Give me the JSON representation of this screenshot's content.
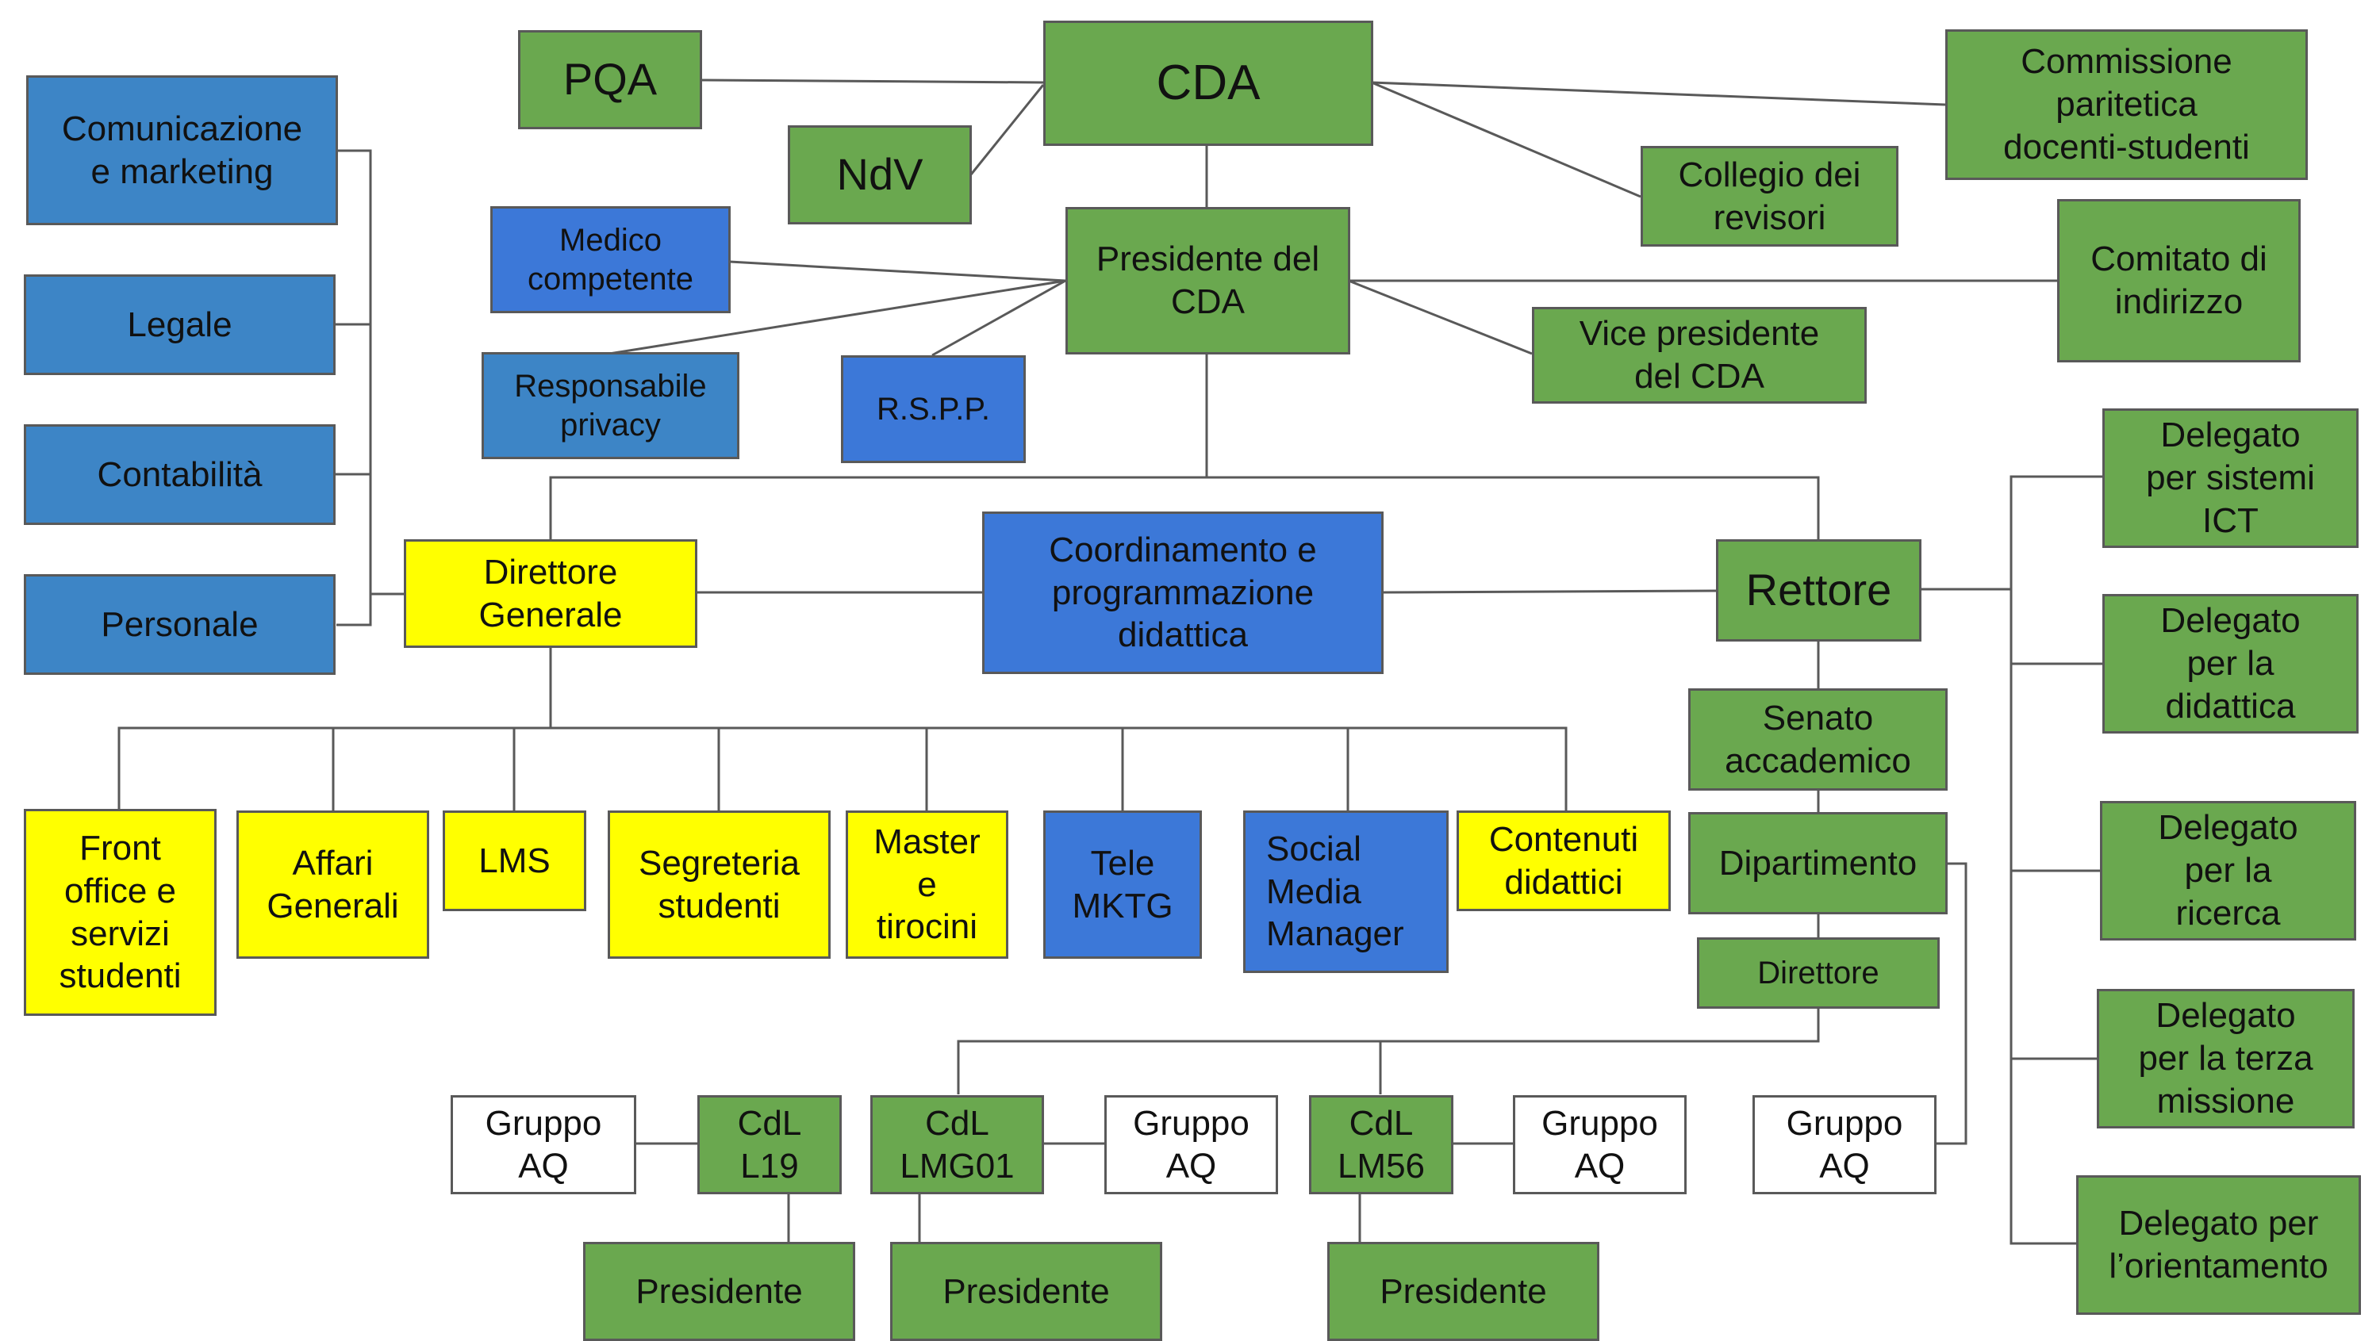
{
  "diagram": {
    "top": {
      "pqa": "PQA",
      "cda": "CDA",
      "ndv": "NdV",
      "commissione": "Commissione\nparitetica\ndocenti-studenti",
      "collegio": "Collegio dei\nrevisori",
      "presidente_cda": "Presidente del\nCDA",
      "medico": "Medico\ncompetente",
      "comitato": "Comitato di\nindirizzo",
      "vice_presidente": "Vice presidente\ndel CDA",
      "privacy": "Responsabile\nprivacy",
      "rspp": "R.S.P.P."
    },
    "staff": {
      "comunicazione": "Comunicazione\ne marketing",
      "legale": "Legale",
      "contabilita": "Contabilità",
      "personale": "Personale"
    },
    "middle": {
      "direttore_generale": "Direttore\nGenerale",
      "coordinamento": "Coordinamento e\nprogrammazione\ndidattica",
      "rettore": "Rettore"
    },
    "delegati": {
      "ict": "Delegato\nper sistemi\nICT",
      "didattica": "Delegato\nper la\ndidattica",
      "ricerca": "Delegato\nper la\nricerca",
      "terza_missione": "Delegato\nper la terza\nmissione",
      "orientamento": "Delegato per\nl’orientamento"
    },
    "uffici": {
      "front_office": "Front\noffice e\nservizi\nstudenti",
      "affari_generali": "Affari\nGenerali",
      "lms": "LMS",
      "segreteria": "Segreteria\nstudenti",
      "master": "Master\ne\ntirocini",
      "tele_mktg": "Tele\nMKTG",
      "social": "Social\nMedia\nManager",
      "contenuti": "Contenuti\ndidattici"
    },
    "accademico": {
      "senato": "Senato\naccademico",
      "dipartimento": "Dipartimento",
      "direttore": "Direttore",
      "gruppo_aq_dip": "Gruppo\nAQ"
    },
    "corsi": {
      "gruppo_aq_l19": "Gruppo\nAQ",
      "cdl_l19": "CdL\nL19",
      "cdl_lmg01": "CdL\nLMG01",
      "gruppo_aq_lmg01": "Gruppo\nAQ",
      "cdl_lm56": "CdL\nLM56",
      "gruppo_aq_lm56": "Gruppo\nAQ",
      "presidente_l19": "Presidente",
      "presidente_lmg01": "Presidente",
      "presidente_lm56": "Presidente"
    }
  }
}
